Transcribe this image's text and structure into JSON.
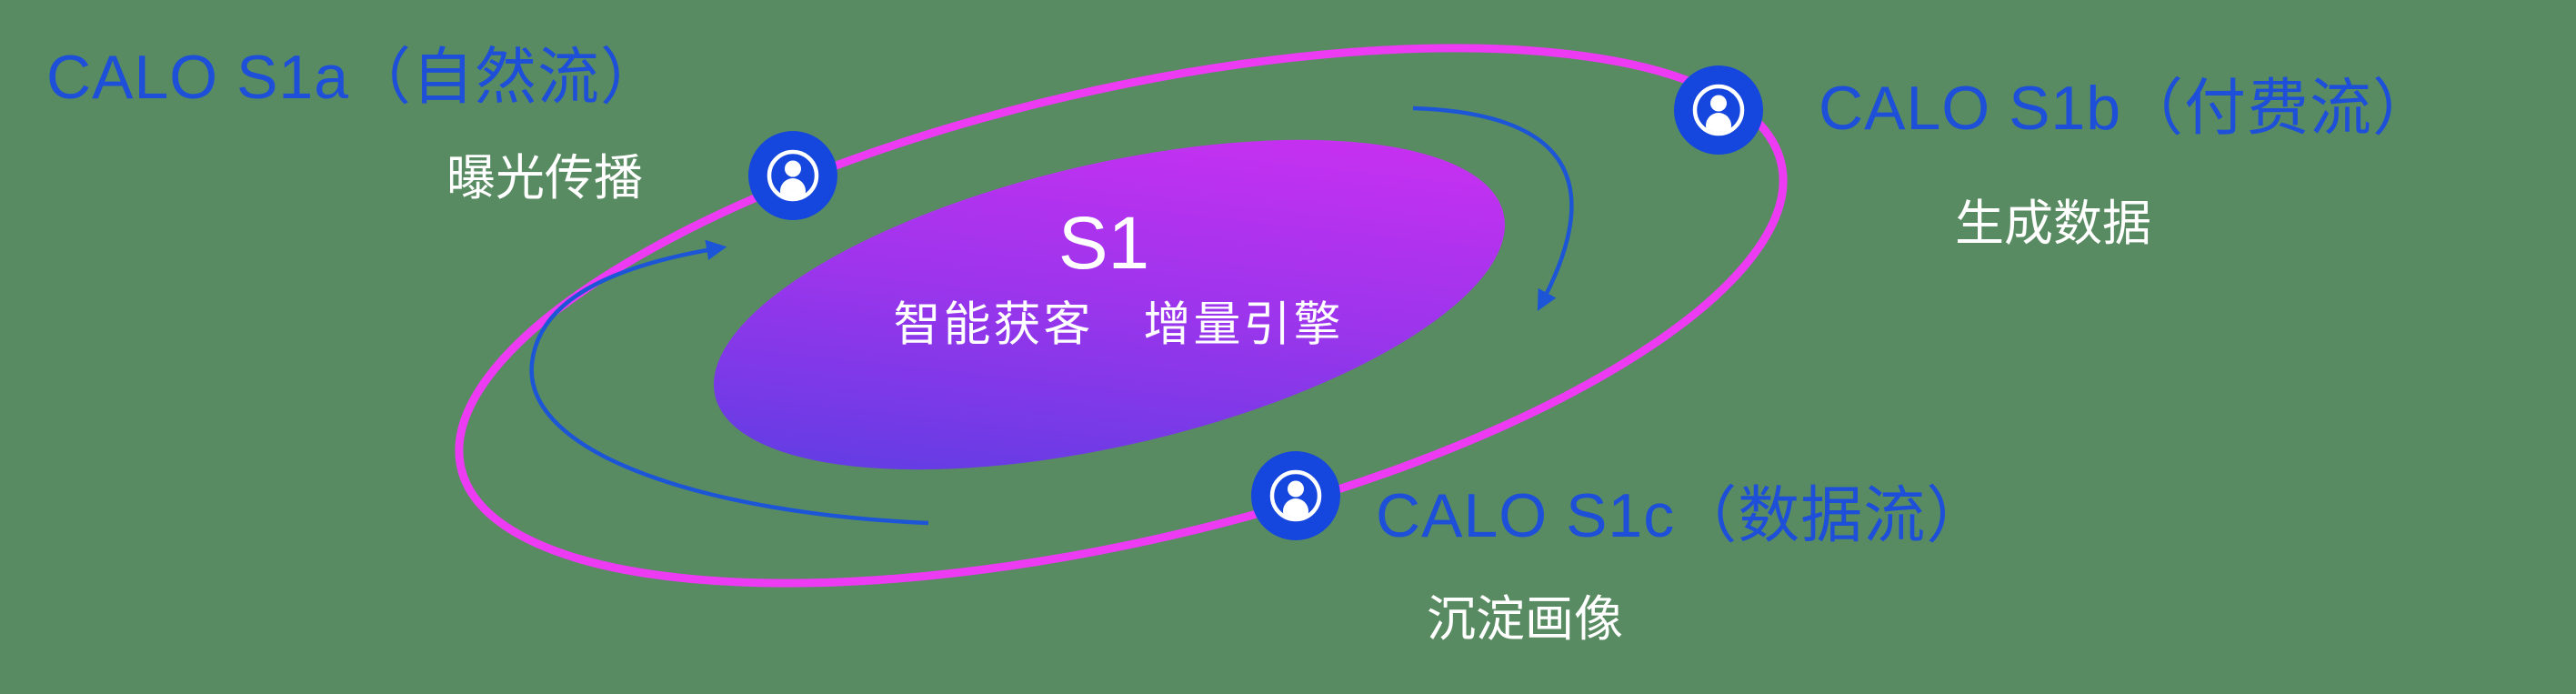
{
  "diagram": {
    "center": {
      "title": "S1",
      "subtitle": "智能获客　增量引擎"
    },
    "nodes": {
      "s1a": {
        "title": "CALO S1a（自然流）",
        "subtitle": "曝光传播"
      },
      "s1b": {
        "title": "CALO S1b（付费流）",
        "subtitle": "生成数据"
      },
      "s1c": {
        "title": "CALO S1c（数据流）",
        "subtitle": "沉淀画像"
      }
    },
    "icons": {
      "node": "person-icon"
    },
    "colors": {
      "background": "#598b62",
      "title_text": "#1d4fd9",
      "subtitle_text": "#ffffff",
      "orbit_ring": "#ec3bf3",
      "node_fill": "#1546dd",
      "arrow": "#1c55d6",
      "center_gradient_start": "#4f3fe0",
      "center_gradient_mid": "#9b35ec",
      "center_gradient_end": "#d82ef2"
    }
  }
}
